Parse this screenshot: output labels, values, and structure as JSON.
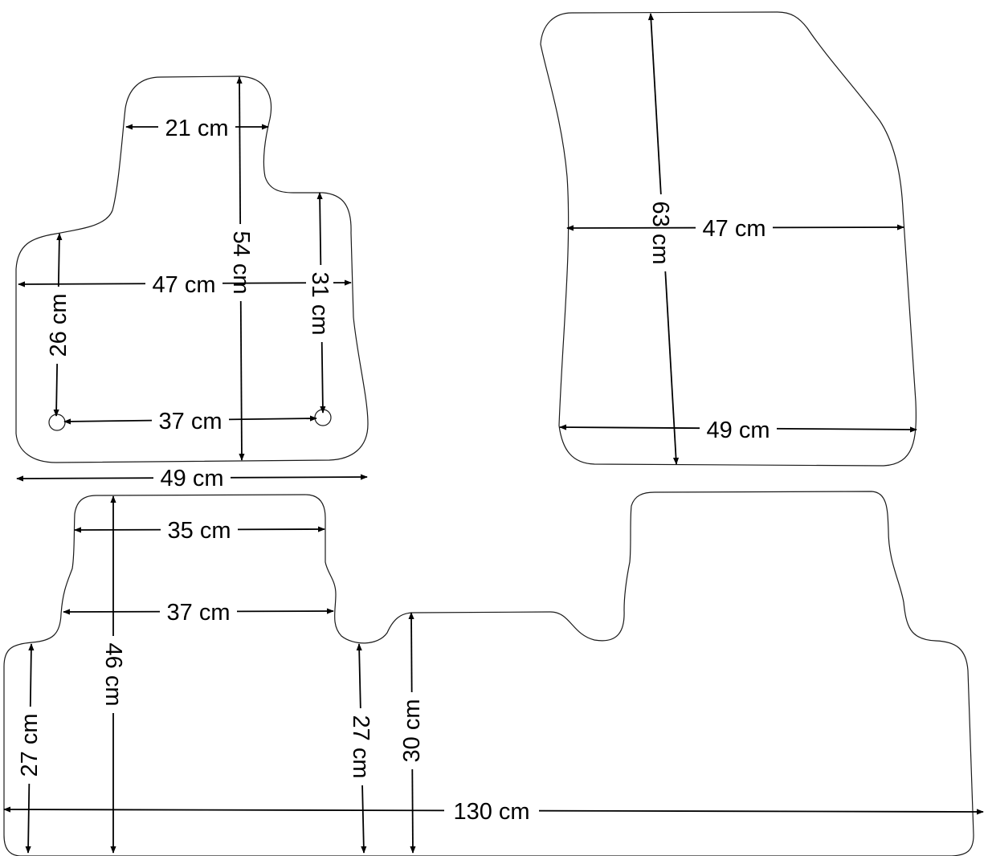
{
  "colors": {
    "background": "#ffffff",
    "outline": "#1a1a1a",
    "dimension": "#000000"
  },
  "mats": [
    {
      "name": "front-left-mat",
      "dimensions": [
        "21 cm",
        "54 cm",
        "47 cm",
        "31 cm",
        "26 cm",
        "37 cm",
        "49 cm"
      ]
    },
    {
      "name": "front-right-mat",
      "dimensions": [
        "63 cm",
        "47 cm",
        "49 cm"
      ]
    },
    {
      "name": "rear-mat",
      "dimensions": [
        "35 cm",
        "37 cm",
        "46 cm",
        "27 cm",
        "27 cm",
        "30 cm",
        "130 cm"
      ]
    }
  ]
}
